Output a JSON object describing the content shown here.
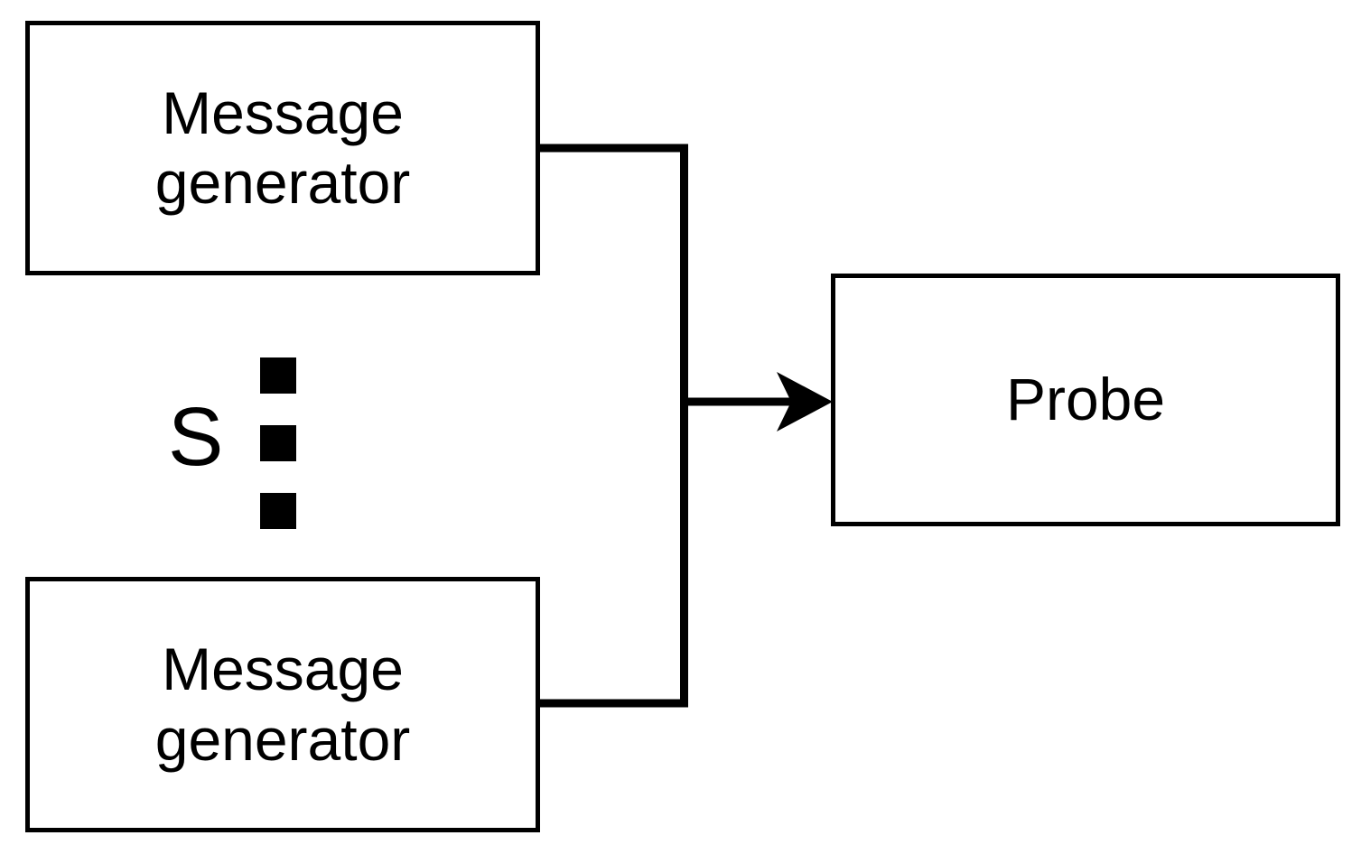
{
  "diagram": {
    "background_color": "#ffffff",
    "line_color": "#000000",
    "nodes": {
      "generator_top": {
        "label": "Message\ngenerator"
      },
      "generator_bottom": {
        "label": "Message\ngenerator"
      },
      "probe": {
        "label": "Probe"
      }
    },
    "ellipsis": {
      "label": "S",
      "dot_count": 3
    },
    "edges": [
      {
        "from": "generator_top",
        "to": "probe"
      },
      {
        "from": "generator_bottom",
        "to": "probe"
      }
    ]
  }
}
